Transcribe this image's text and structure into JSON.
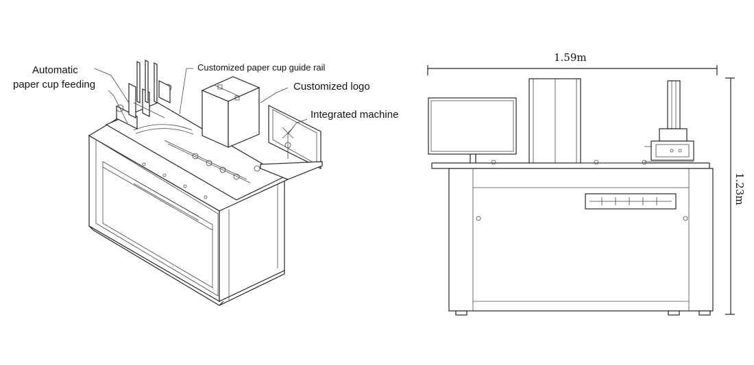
{
  "left_view": {
    "callouts": {
      "automatic_feeding_line1": "Automatic",
      "automatic_feeding_line2": "paper cup feeding",
      "guide_rail": "Customized paper cup guide rail",
      "logo": "Customized logo",
      "integrated": "Integrated machine"
    }
  },
  "right_view": {
    "width_dimension": "1.59m",
    "height_dimension": "1.23m"
  }
}
